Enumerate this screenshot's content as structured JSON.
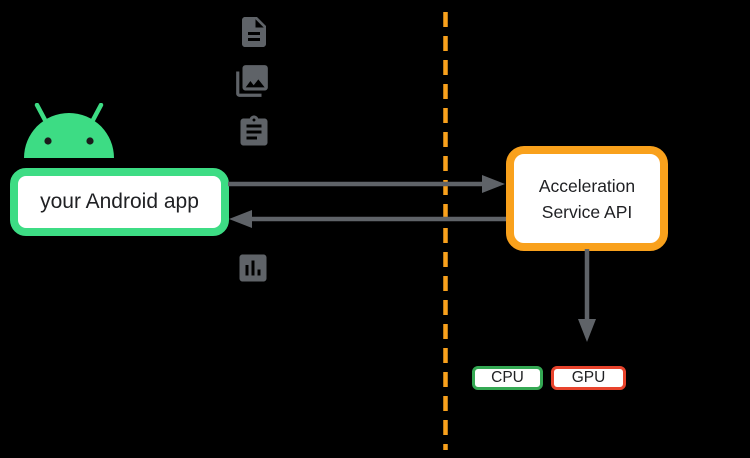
{
  "app_box": {
    "label": "your Android app"
  },
  "service_box": {
    "line1": "Acceleration",
    "line2": "Service API"
  },
  "cpu_chip": {
    "label": "CPU"
  },
  "gpu_chip": {
    "label": "GPU"
  },
  "icons": [
    {
      "name": "document-icon"
    },
    {
      "name": "photo-library-icon"
    },
    {
      "name": "clipboard-icon"
    },
    {
      "name": "bar-chart-icon"
    }
  ],
  "colors": {
    "background": "#000000",
    "android_green": "#3DDC84",
    "cpu_green": "#34A853",
    "gpu_red": "#E8432C",
    "orange": "#F9A11C",
    "arrow_gray": "#5F6368",
    "text_dark": "#202124",
    "node_bg": "#FFFFFF"
  }
}
